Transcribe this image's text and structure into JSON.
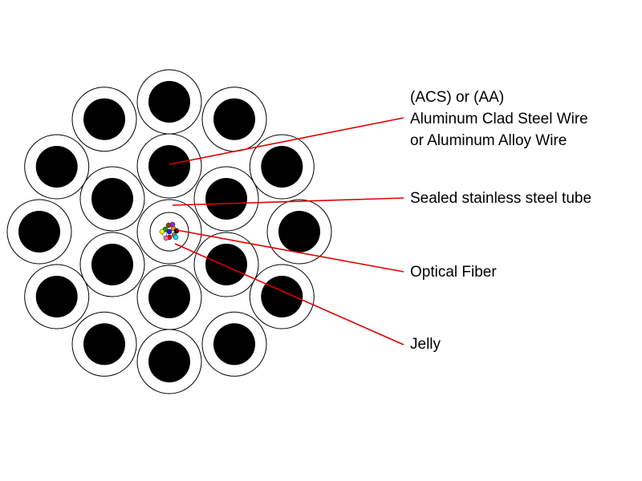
{
  "labels": {
    "wire_line1": "(ACS)  or (AA)",
    "wire_line2": "Aluminum Clad Steel Wire",
    "wire_line3": "or Aluminum Alloy Wire",
    "tube": "Sealed stainless steel tube",
    "fiber": "Optical Fiber",
    "jelly": "Jelly"
  },
  "colors": {
    "wire_core": "#000000",
    "wire_outline": "#000000",
    "leader_line": "#e00000",
    "fiber_colors": [
      "#1a1aff",
      "#ff8c00",
      "#00a000",
      "#8b4513",
      "#808080",
      "#ffffff",
      "#ff0000",
      "#000000",
      "#ffff00",
      "#8a2be2",
      "#ff69b4",
      "#00e5ee"
    ]
  }
}
